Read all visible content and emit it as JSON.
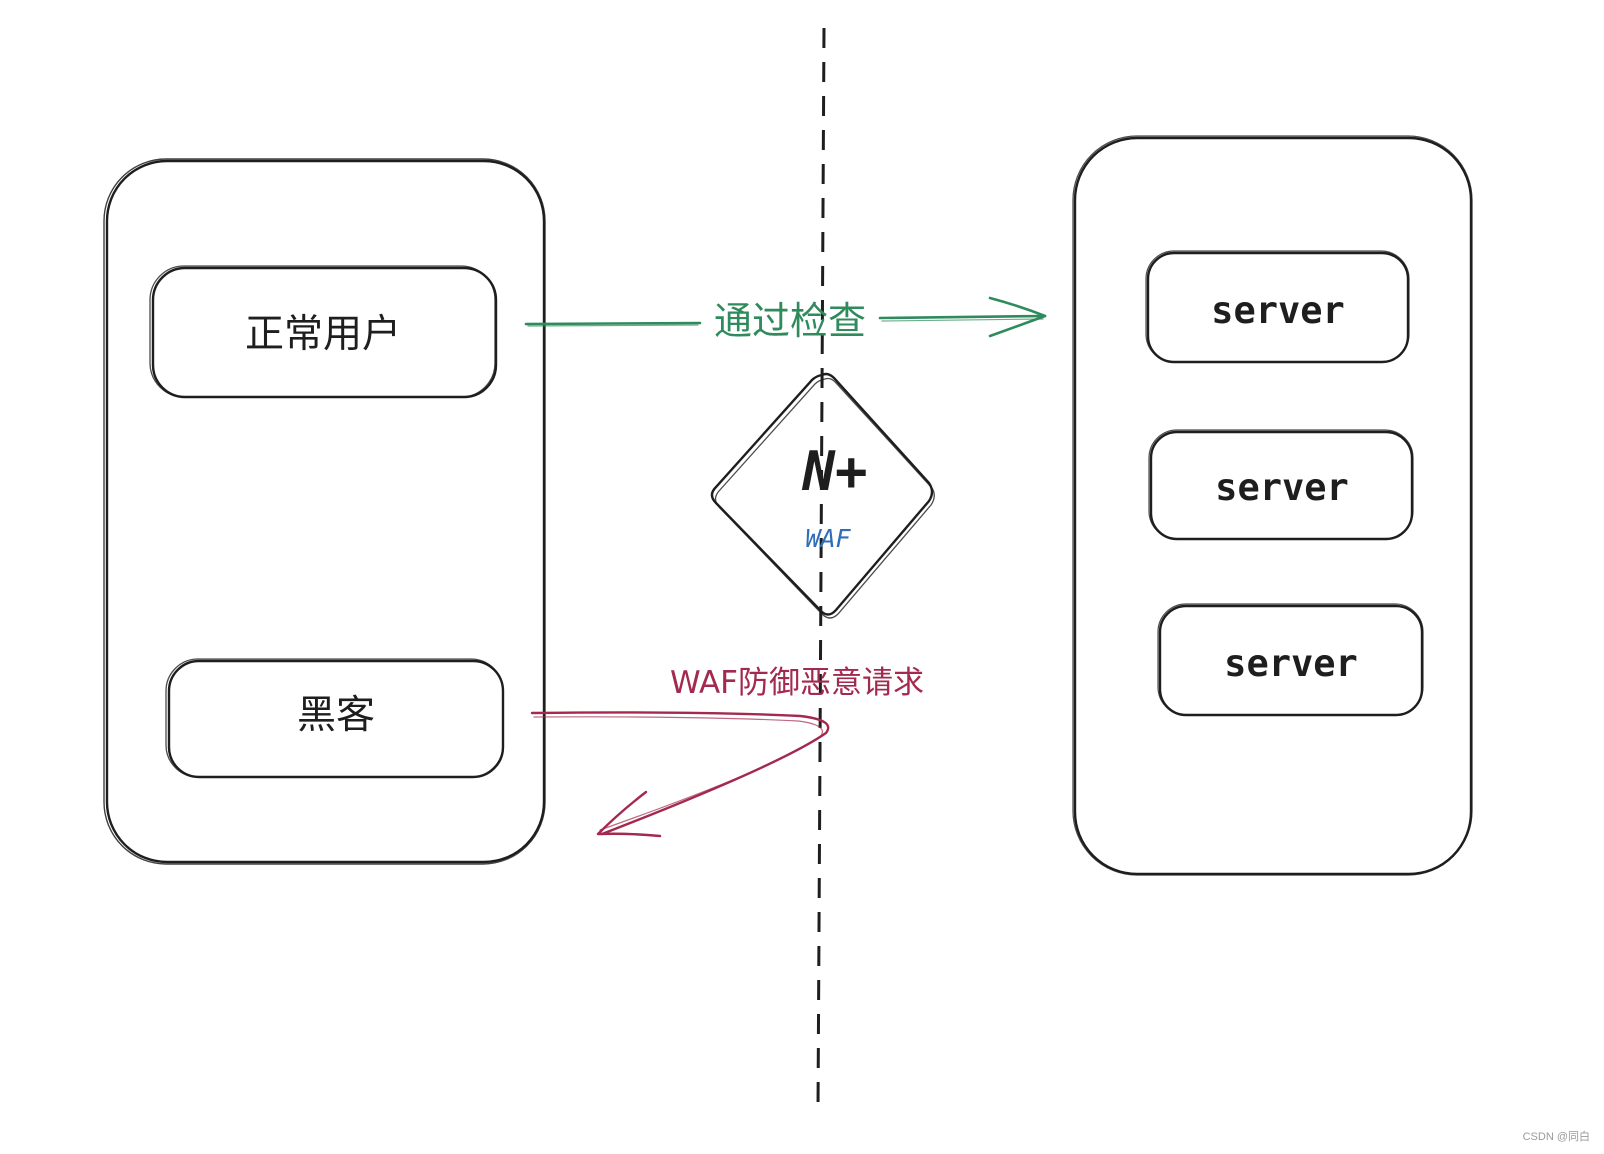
{
  "diagram": {
    "left_group": {
      "normal_user": "正常用户",
      "hacker": "黑客"
    },
    "waf_node": {
      "logo_text": "N+",
      "name": "WAF"
    },
    "right_group": {
      "servers": [
        "server",
        "server",
        "server"
      ]
    },
    "pass_arrow": {
      "label": "通过检查"
    },
    "block_arrow": {
      "label": "WAF防御恶意请求"
    }
  },
  "watermark": "CSDN @同白",
  "colors": {
    "stroke": "#1e1e1e",
    "pass": "#2f8a5c",
    "block": "#a3294f",
    "waf_text": "#2f6fb8"
  }
}
